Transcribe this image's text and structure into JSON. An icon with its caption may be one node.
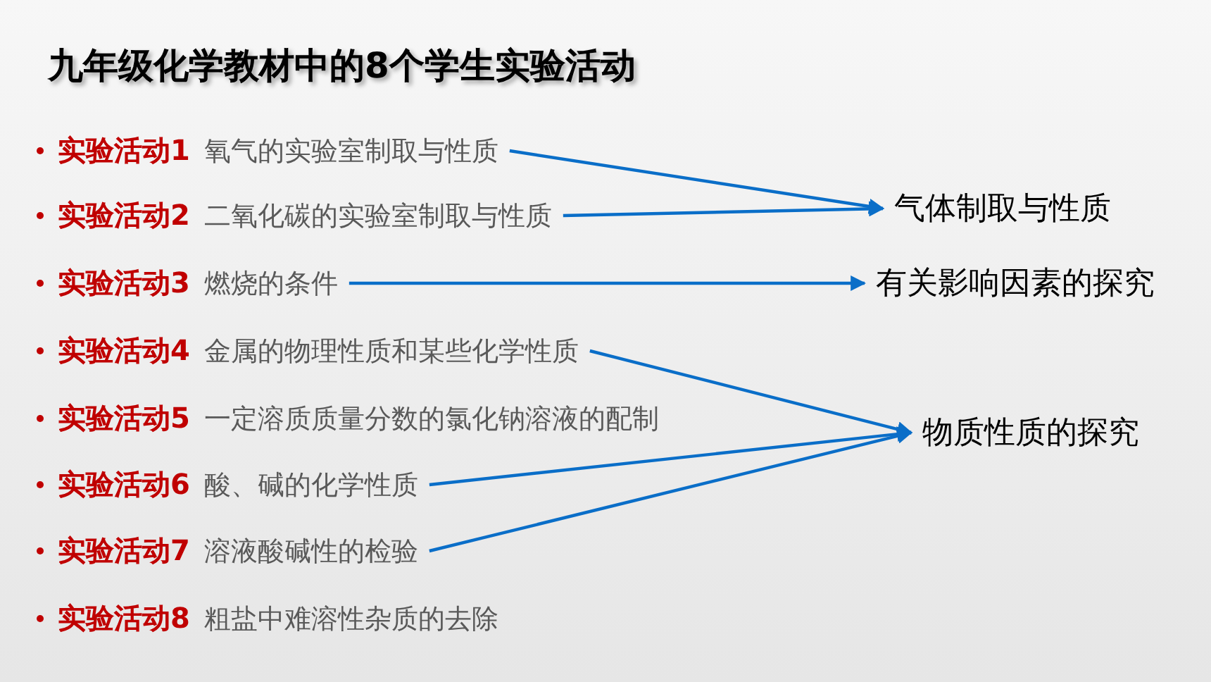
{
  "diagram": {
    "title": "九年级化学教材中的8个学生实验活动",
    "nodes": [
      {
        "text": [
          "实验活动1",
          "氧气的实验室制取与性质"
        ]
      },
      {
        "text": [
          "实验活动2",
          "二氧化碳的实验室制取与性质"
        ]
      },
      {
        "text": [
          "实验活动3",
          "燃烧的条件"
        ]
      },
      {
        "text": [
          "实验活动4",
          "金属的物理性质和某些化学性质"
        ]
      },
      {
        "text": [
          "实验活动5",
          "一定溶质质量分数的氯化钠溶液的配制"
        ]
      },
      {
        "text": [
          "实验活动6",
          "酸、碱的化学性质"
        ]
      },
      {
        "text": [
          "实验活动7",
          "溶液酸碱性的检验"
        ]
      },
      {
        "text": [
          "实验活动8",
          "粗盐中难溶性杂质的去除"
        ]
      },
      {
        "text": [
          "气体制取与性质"
        ]
      },
      {
        "text": [
          "有关影响因素的探究"
        ]
      },
      {
        "text": [
          "物质性质的探究"
        ]
      }
    ],
    "edges": [
      {
        "from": 0,
        "to": 8,
        "arrow": "to"
      },
      {
        "from": 1,
        "to": 8,
        "arrow": "to"
      },
      {
        "from": 2,
        "to": 9,
        "arrow": "to"
      },
      {
        "from": 3,
        "to": 10,
        "arrow": "to"
      },
      {
        "from": 5,
        "to": 10,
        "arrow": "to"
      },
      {
        "from": 6,
        "to": 10,
        "arrow": "to"
      }
    ]
  }
}
